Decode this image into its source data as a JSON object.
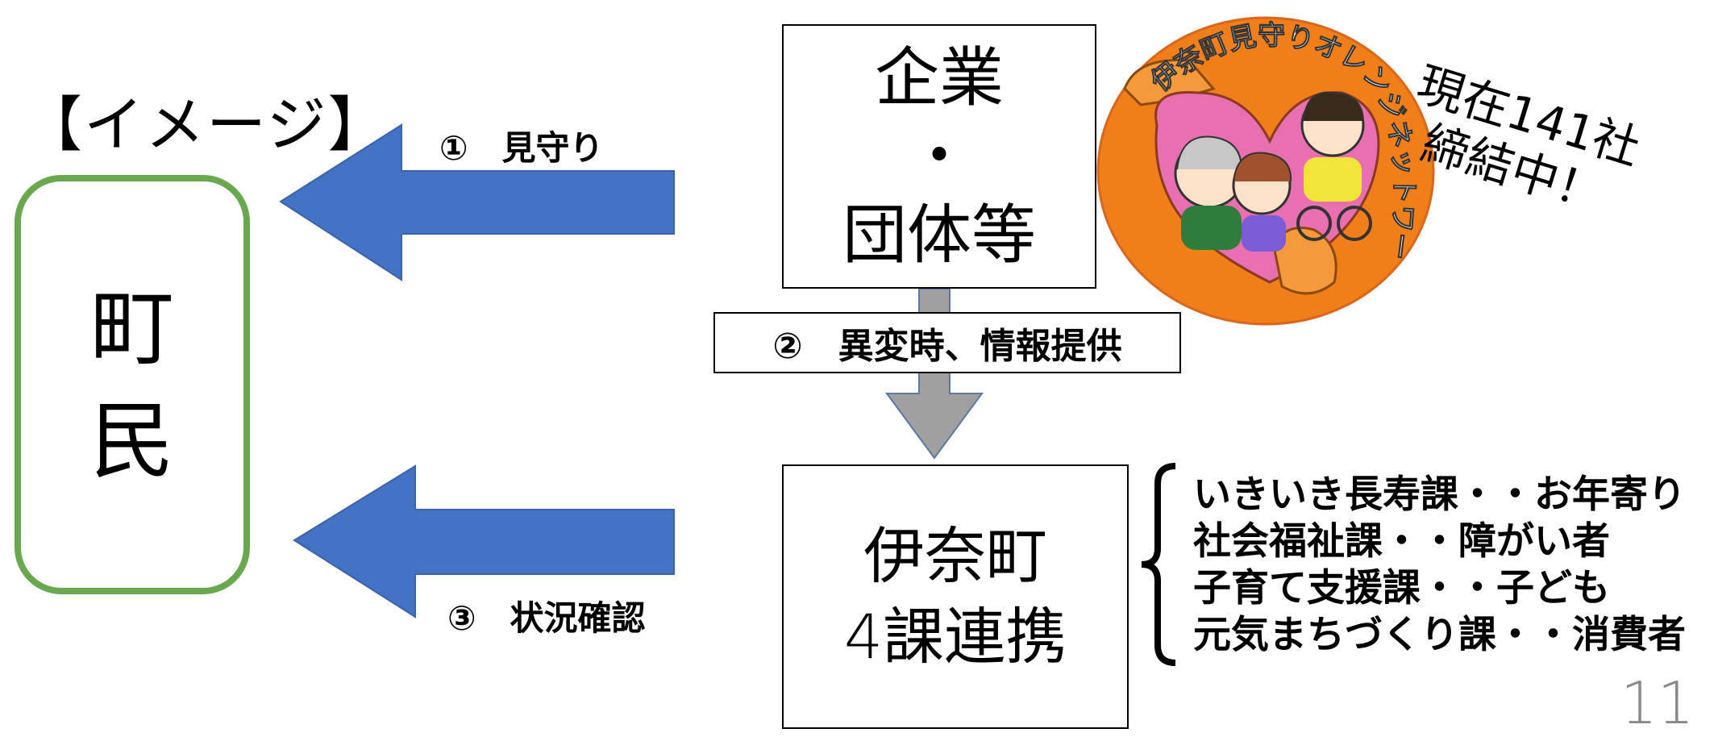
{
  "title": "【イメージ】",
  "citizen": {
    "line1": "町",
    "line2": "民"
  },
  "company_box": {
    "line1": "企業",
    "line2": "・",
    "line3": "団体等"
  },
  "union_box": {
    "line1": "伊奈町",
    "line2": "4課連携"
  },
  "arrows": {
    "watch": "①　見守り",
    "info": "②　異変時、情報提供",
    "confirm": "③　状況確認"
  },
  "departments": [
    "いきいき長寿課・・お年寄り",
    "社会福祉課・・障がい者",
    "子育て支援課・・子ども",
    "元気まちづくり課・・消費者"
  ],
  "logo": {
    "text": "伊奈町見守りオレンジネットワーク"
  },
  "partner_count": {
    "line1": "現在141社",
    "line2": "締結中！"
  },
  "page_number": "11",
  "colors": {
    "citizen_border": "#6aa84f",
    "arrow_blue": "#4472c4",
    "arrow_gray": "#a0a0a0",
    "logo_orange": "#f07f1a",
    "logo_pink": "#e86fb0"
  }
}
